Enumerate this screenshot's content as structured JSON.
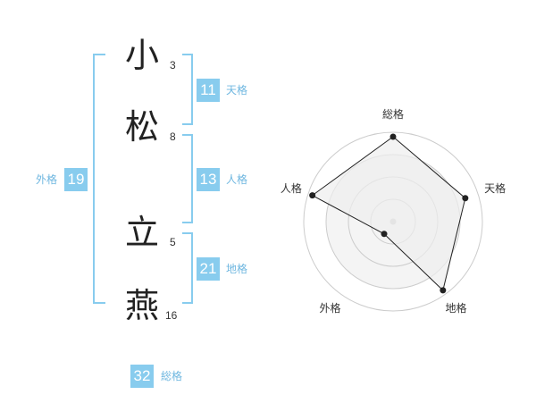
{
  "name": {
    "characters": [
      {
        "char": "小",
        "strokes": "3"
      },
      {
        "char": "松",
        "strokes": "8"
      },
      {
        "char": "立",
        "strokes": "5"
      },
      {
        "char": "燕",
        "strokes": "16"
      }
    ]
  },
  "fortunes": {
    "tenkaku": {
      "value": "11",
      "label": "天格"
    },
    "jinkaku": {
      "value": "13",
      "label": "人格"
    },
    "chikaku": {
      "value": "21",
      "label": "地格"
    },
    "gaikaku": {
      "value": "19",
      "label": "外格"
    },
    "soukaku": {
      "value": "32",
      "label": "総格"
    }
  },
  "colors": {
    "accent": "#88ccee",
    "accent_text": "#6fb7e0",
    "radar_fill": "#eeeeee",
    "radar_line": "#222222"
  },
  "chart_data": {
    "type": "radar",
    "axes": [
      "総格",
      "天格",
      "地格",
      "外格",
      "人格"
    ],
    "scale_levels": 4,
    "values": [
      0.95,
      0.85,
      0.95,
      0.17,
      0.95
    ]
  }
}
